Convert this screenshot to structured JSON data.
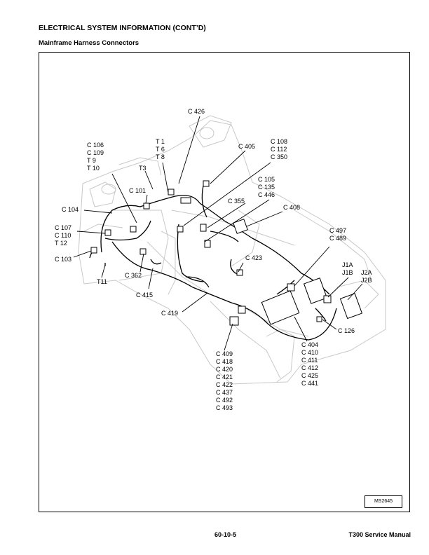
{
  "header": {
    "title": "ELECTRICAL SYSTEM INFORMATION (CONT’D)",
    "subtitle": "Mainframe Harness Connectors"
  },
  "figure": {
    "ref_code": "MS2645",
    "labels": {
      "c426": "C 426",
      "c106": "C 106",
      "c109": "C 109",
      "t9": "T 9",
      "t10": "T 10",
      "t1": "T 1",
      "t6": "T 6",
      "t8": "T 8",
      "t3": "T3",
      "c405": "C 405",
      "c108": "C 108",
      "c112": "C 112",
      "c350": "C 350",
      "c105": "C 105",
      "c135": "C 135",
      "c446": "C 446",
      "c101": "C 101",
      "c104": "C 104",
      "c355": "C 355",
      "c408": "C 408",
      "c107": "C 107",
      "c110": "C 110",
      "t12": "T 12",
      "c497": "C 497",
      "c489": "C 489",
      "c103": "C 103",
      "c423": "C 423",
      "j1a": "J1A",
      "j1b": "J1B",
      "j2a": "J2A",
      "j2b": "J2B",
      "c362": "C 362",
      "t11": "T11",
      "c415": "C 415",
      "c419": "C 419",
      "c126": "C 126",
      "c404": "C 404",
      "c410": "C 410",
      "c411": "C 411",
      "c412": "C 412",
      "c425": "C 425",
      "c441": "C 441",
      "c409": "C 409",
      "c418": "C 418",
      "c420": "C 420",
      "c421": "C 421",
      "c422": "C 422",
      "c437": "C 437",
      "c492": "C 492",
      "c493": "C 493"
    }
  },
  "footer": {
    "page_number": "60-10-5",
    "manual": "T300 Service Manual"
  }
}
